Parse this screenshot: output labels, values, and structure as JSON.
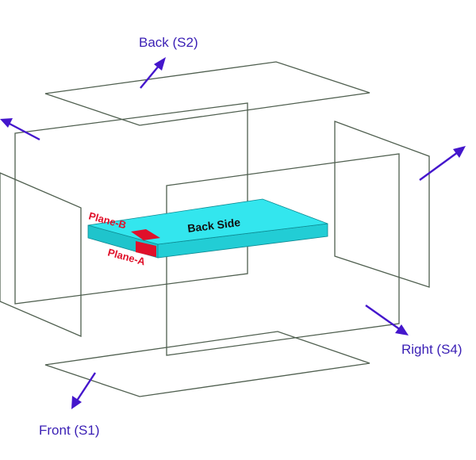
{
  "labels": {
    "back": "Back (S2)",
    "right": "Right (S4)",
    "front": "Front (S1)",
    "back_side": "Back Side",
    "plane_a": "Plane-A",
    "plane_b": "Plane-B"
  },
  "colors": {
    "plane_outline": "#4f5f4f",
    "arrow": "#4416cc",
    "box_top": "#33e6ee",
    "box_side": "#1fc4cc",
    "highlight": "#e0102a"
  },
  "icons": {
    "arrow": "arrow-icon"
  }
}
